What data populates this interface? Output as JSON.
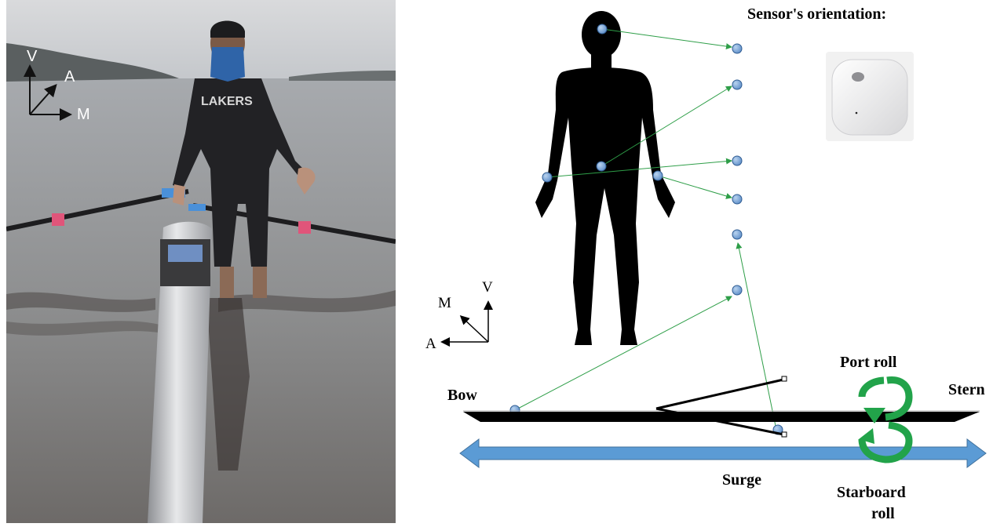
{
  "photo": {
    "axes": {
      "v": "V",
      "a": "A",
      "m": "M"
    },
    "shirt_text": "LAKERS"
  },
  "diagram": {
    "orientation_title": "Sensor's orientation:",
    "body_axes": {
      "m": "M",
      "v": "V",
      "a": "A"
    },
    "labels": {
      "bow": "Bow",
      "stern": "Stern",
      "port_roll": "Port roll",
      "surge": "Surge",
      "starboard_roll_line1": "Starboard",
      "starboard_roll_line2": "roll"
    }
  },
  "colors": {
    "sensor_fill": "#7fa9d8",
    "connector_line": "#2e9e48",
    "surge_arrow": "#5b9bd5",
    "roll_arrow": "#22a34a",
    "silhouette": "#000000"
  }
}
